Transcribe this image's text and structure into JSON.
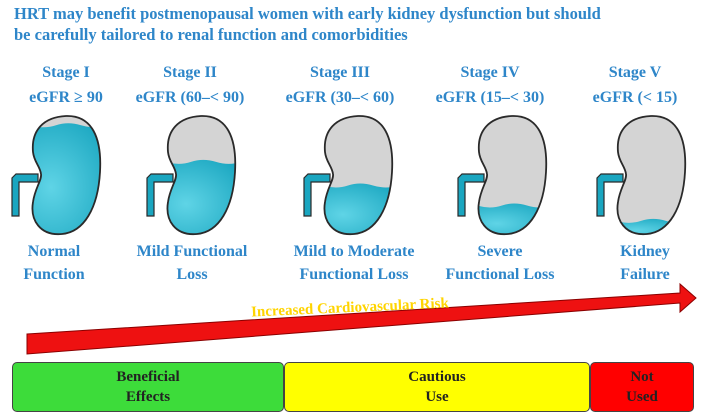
{
  "headline": [
    "HRT may benefit postmenopausal women with early kidney dysfunction but should",
    "be carefully tailored to renal function and comorbidities"
  ],
  "stages": [
    {
      "name": "Stage I",
      "egfr": "eGFR ≥ 90",
      "function": [
        "Normal",
        "Function"
      ],
      "fill": 0.93
    },
    {
      "name": "Stage II",
      "egfr": "eGFR (60–< 90)",
      "function": [
        "Mild Functional",
        "Loss"
      ],
      "fill": 0.62
    },
    {
      "name": "Stage III",
      "egfr": "eGFR (30–< 60)",
      "function": [
        "Mild to Moderate",
        "Functional Loss"
      ],
      "fill": 0.42
    },
    {
      "name": "Stage IV",
      "egfr": "eGFR (15–< 30)",
      "function": [
        "Severe",
        "Functional Loss"
      ],
      "fill": 0.25
    },
    {
      "name": "Stage V",
      "egfr": "eGFR (< 15)",
      "function": [
        "Kidney",
        "Failure"
      ],
      "fill": 0.12
    }
  ],
  "risk_label": "Increased Cardiovascular Risk",
  "usage": [
    {
      "text": [
        "Beneficial",
        "Effects"
      ],
      "color": "#3ddc3a"
    },
    {
      "text": [
        "Cautious",
        "Use"
      ],
      "color": "#ffff00"
    },
    {
      "text": [
        "Not",
        "Used"
      ],
      "color": "#ff0000"
    }
  ],
  "colors": {
    "heading": "#2e86c9",
    "kidney_fill": "#1aa6c0",
    "kidney_empty": "#d4d4d4",
    "arrow": "#ee1111",
    "risk_text": "#ffd400"
  }
}
